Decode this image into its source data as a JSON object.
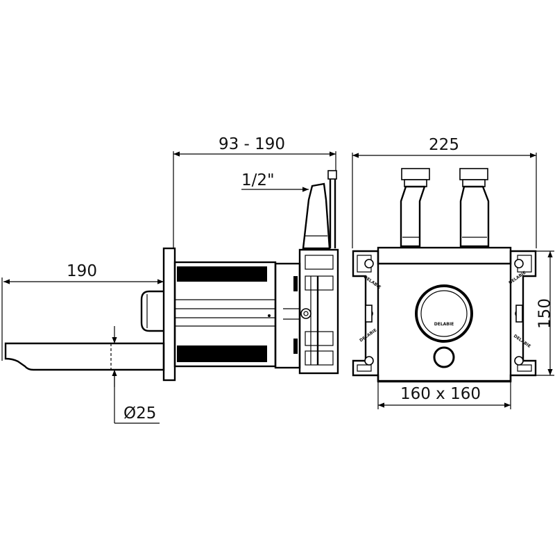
{
  "side_view": {
    "dim_spout_length": "190",
    "dim_wall_depth": "93 - 190",
    "dim_thread": "1/2\"",
    "dim_spout_diameter": "Ø25"
  },
  "front_view": {
    "dim_width": "225",
    "dim_height": "150",
    "dim_plate": "160 x 160",
    "brand_label": "DELABIE"
  }
}
